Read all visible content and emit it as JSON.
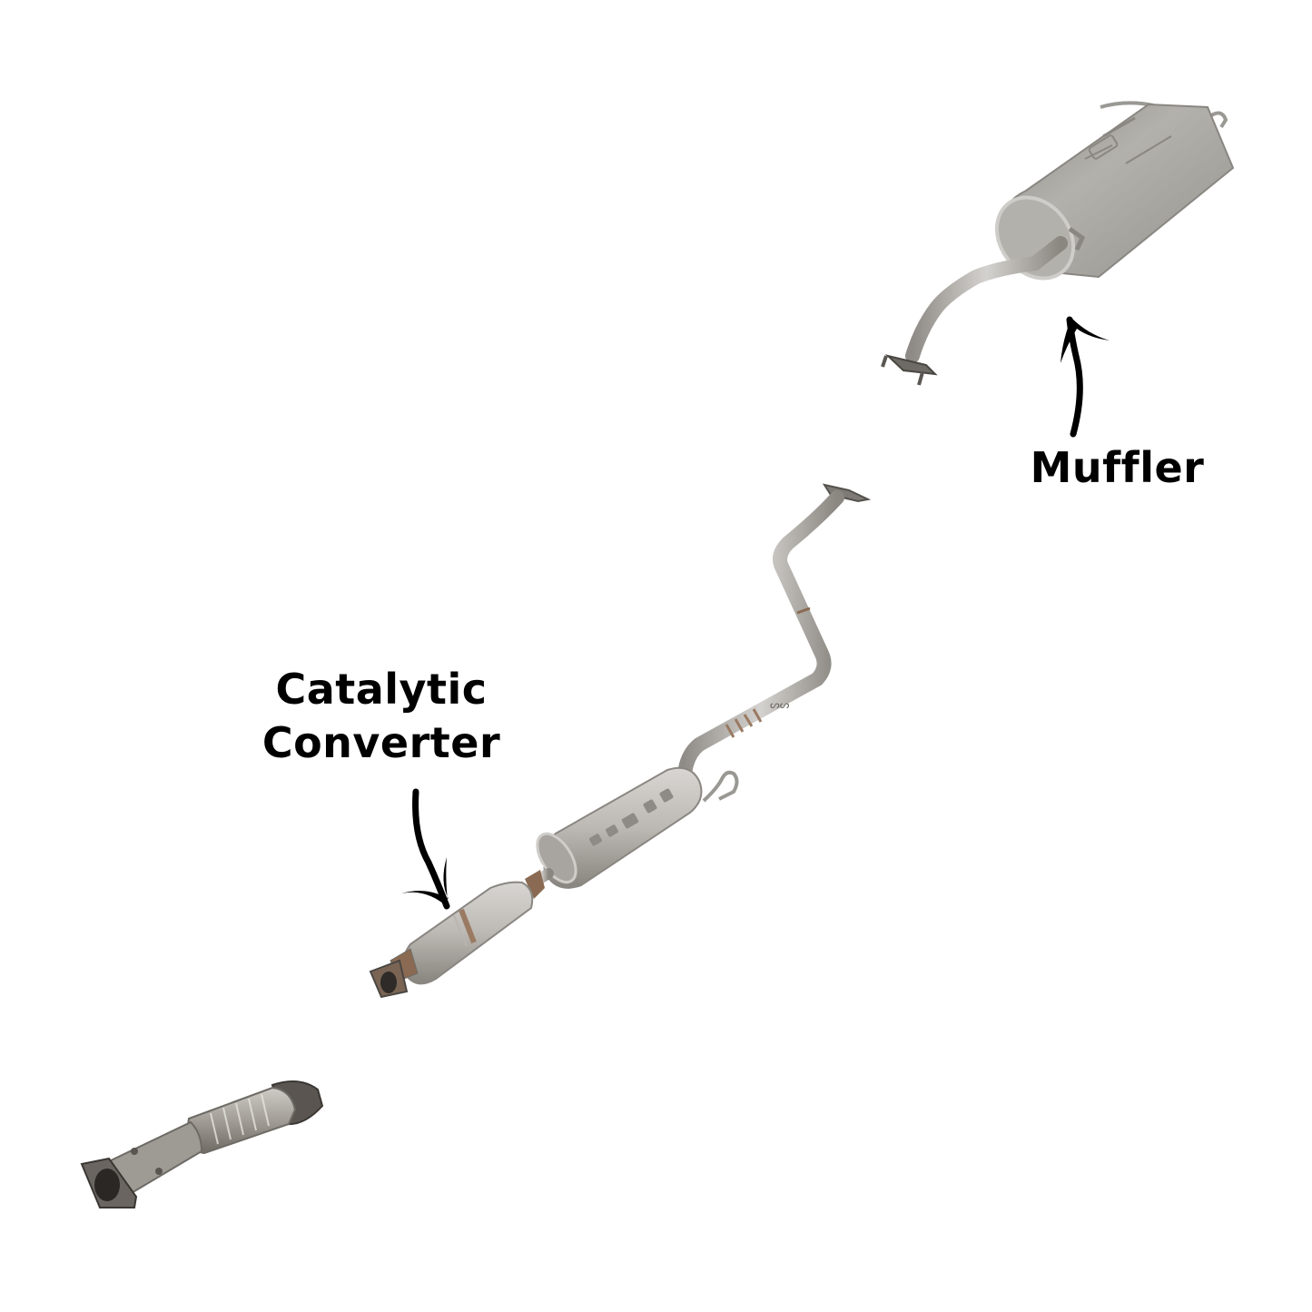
{
  "diagram": {
    "background": "#ffffff",
    "labels": {
      "muffler": "Muffler",
      "catalytic_converter": {
        "line1": "Catalytic",
        "line2": "Converter"
      }
    },
    "components": [
      {
        "id": "muffler",
        "name": "Muffler (rear section with tailpipe bend)"
      },
      {
        "id": "resonator-pipe",
        "name": "Resonator / mid pipe"
      },
      {
        "id": "catalytic-converter",
        "name": "Catalytic Converter"
      },
      {
        "id": "front-pipe",
        "name": "Front pipe with flex section"
      }
    ],
    "arrows": [
      {
        "id": "muffler-arrow",
        "points_to": "muffler",
        "direction": "up"
      },
      {
        "id": "cat-arrow",
        "points_to": "catalytic-converter",
        "direction": "down"
      }
    ],
    "colors": {
      "text": "#000000",
      "metal_light": "#c9c7c3",
      "metal_mid": "#9a9893",
      "metal_dark": "#6e6b66",
      "rust": "#8a6a52"
    }
  }
}
